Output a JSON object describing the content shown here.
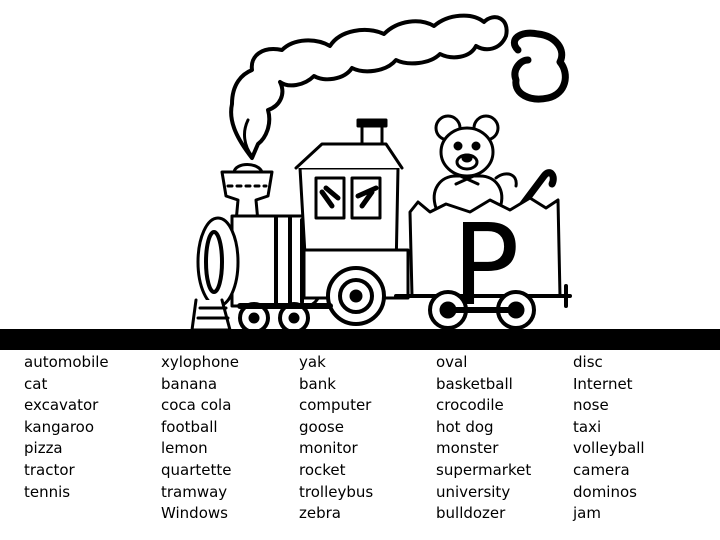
{
  "illustration": {
    "letter": "P",
    "subject": "train carrying a teddy bear and a letter"
  },
  "word_columns": [
    [
      "automobile",
      "cat",
      "excavator",
      "kangaroo",
      "pizza",
      "tractor",
      "tennis"
    ],
    [
      "xylophone",
      "banana",
      "coca cola",
      "football",
      "lemon",
      "quartette",
      "tramway",
      "Windows"
    ],
    [
      "yak",
      "bank",
      "computer",
      "goose",
      "monitor",
      "rocket",
      "trolleybus",
      "zebra"
    ],
    [
      "oval",
      "basketball",
      "crocodile",
      "hot dog",
      "monster",
      "supermarket",
      "university",
      "bulldozer"
    ],
    [
      "disc",
      "Internet",
      "nose",
      "taxi",
      "volleyball",
      "camera",
      "dominos",
      "jam"
    ]
  ]
}
